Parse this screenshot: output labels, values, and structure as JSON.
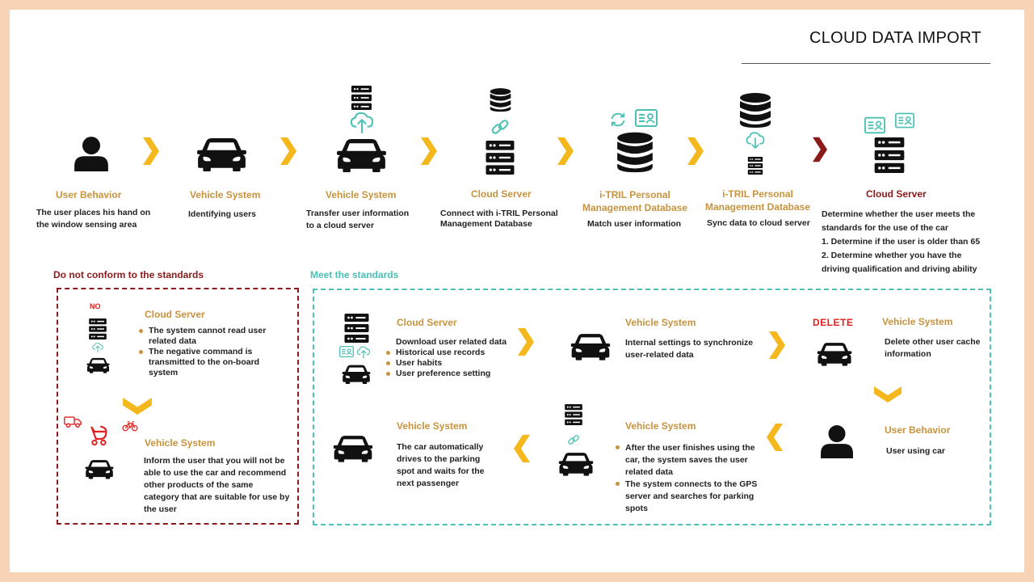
{
  "header": {
    "title": "CLOUD DATA IMPORT"
  },
  "flow": [
    {
      "label": "User Behavior",
      "desc": "The user places his hand on the window sensing area"
    },
    {
      "label": "Vehicle System",
      "desc": "Identifying users"
    },
    {
      "label": "Vehicle System",
      "desc": "Transfer user information to a cloud server"
    },
    {
      "label": "Cloud Server",
      "desc": "Connect with i-TRIL Personal Management Database"
    },
    {
      "label": "i-TRIL Personal Management Database",
      "desc": "Match user information"
    },
    {
      "label": "i-TRIL Personal Management Database",
      "desc": "Sync data to cloud server"
    },
    {
      "label": "Cloud Server",
      "desc": [
        "Determine whether the user meets the standards for the use of the car",
        "1. Determine if the user is older than 65",
        "2. Determine whether you have the driving qualification and driving ability"
      ]
    }
  ],
  "not_conform": {
    "heading": "Do not conform to the standards",
    "no_badge": "NO",
    "cloud": {
      "label": "Cloud Server",
      "items": [
        "The system cannot read user related data",
        "The negative command is transmitted to the on-board system"
      ]
    },
    "vehicle": {
      "label": "Vehicle System",
      "desc": "Inform the user that you will not be able to use the car and recommend other products of the same category that are suitable for use by the user"
    }
  },
  "conform": {
    "heading": "Meet the standards",
    "cloud": {
      "label": "Cloud Server",
      "lead": "Download user related data",
      "items": [
        "Historical use records",
        "User habits",
        "User preference setting"
      ]
    },
    "vehicle1": {
      "label": "Vehicle System",
      "desc": "Internal settings to synchronize user-related data"
    },
    "vehicle2": {
      "label": "Vehicle System",
      "badge": "DELETE",
      "desc": "Delete other user cache information"
    },
    "user": {
      "label": "User Behavior",
      "desc": "User using car"
    },
    "vehicle3": {
      "label": "Vehicle System",
      "items": [
        "After the user finishes using the car, the system saves the user related data",
        "The system connects to the GPS server and searches for parking spots"
      ]
    },
    "vehicle4": {
      "label": "Vehicle System",
      "desc": "The car automatically drives to the parking spot and waits for the next passenger"
    }
  },
  "colors": {
    "accent": "#c8933e",
    "arrow": "#f5b81c",
    "danger": "#8b1a1a",
    "teal": "#4cc0b4",
    "red": "#e02020"
  }
}
